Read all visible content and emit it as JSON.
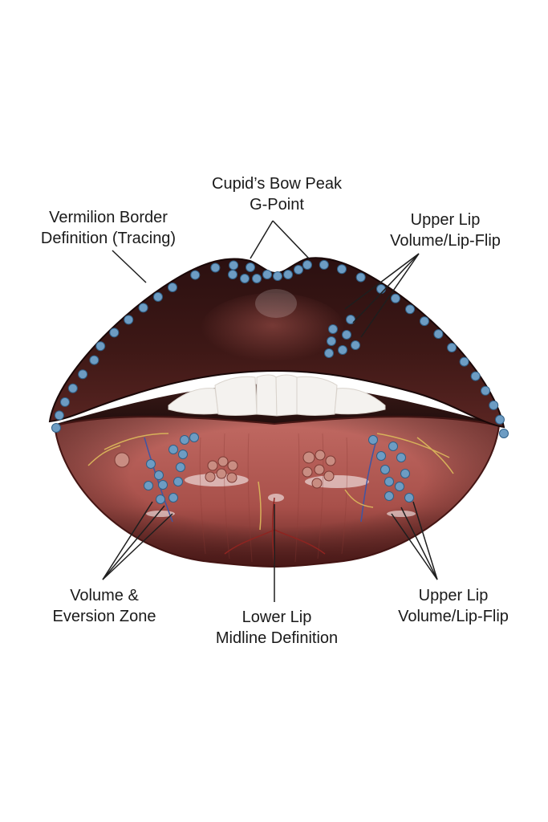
{
  "colors": {
    "background": "#ffffff",
    "upper_lip": "#3a1716",
    "upper_lip_highlight": "#6e2f2c",
    "lower_lip": "#b8605a",
    "lower_lip_shadow": "#6d2a27",
    "teeth": "#f4f2ef",
    "injection_dot": "#6d9cc3",
    "injection_dot_stroke": "#2f5f86",
    "leader_line": "#1e1e1e",
    "vessel_red": "#8f2420",
    "vessel_yellow": "#d7b15a",
    "vessel_blue": "#3f55a3"
  },
  "labels": {
    "cupid": {
      "line1": "Cupid’s Bow Peak",
      "line2": "G-Point"
    },
    "vermilion": {
      "line1": "Vermilion Border",
      "line2": "Definition (Tracing)"
    },
    "upper_top": {
      "line1": "Upper Lip",
      "line2": "Volume/Lip-Flip"
    },
    "volume": {
      "line1": "Volume &",
      "line2": "Eversion Zone"
    },
    "midline": {
      "line1": "Lower Lip",
      "line2": "Midline Definition"
    },
    "upper_bottom": {
      "line1": "Upper Lip",
      "line2": "Volume/Lip-Flip"
    }
  }
}
